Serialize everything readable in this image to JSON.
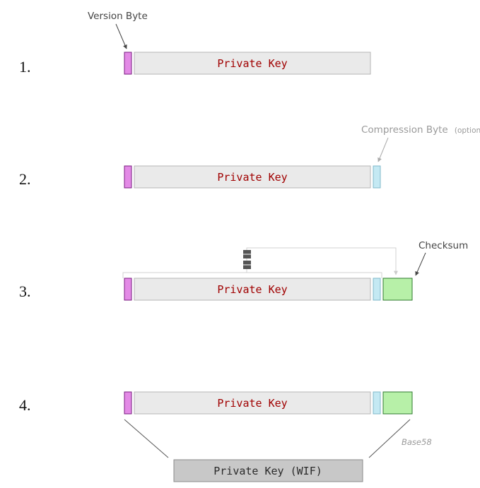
{
  "colors": {
    "version_fill": "#e38ae6",
    "version_stroke": "#7a1f80",
    "key_fill": "#eaeaea",
    "key_stroke": "#b5b5b5",
    "compression_fill": "#c4e9f3",
    "compression_stroke": "#7fb8c9",
    "checksum_fill": "#b7f0a8",
    "checksum_stroke": "#2f7a2f",
    "wif_fill": "#c8c8c8",
    "wif_stroke": "#8a8a8a",
    "key_text": "#a00000"
  },
  "callouts": {
    "version_byte": "Version Byte",
    "compression_byte": "Compression Byte",
    "compression_optional": "(optional)",
    "checksum": "Checksum",
    "base58": "Base58"
  },
  "steps": [
    {
      "number": "1.",
      "key_label": "Private Key"
    },
    {
      "number": "2.",
      "key_label": "Private Key"
    },
    {
      "number": "3.",
      "key_label": "Private Key"
    },
    {
      "number": "4.",
      "key_label": "Private Key"
    }
  ],
  "wif": {
    "label": "Private Key (WIF)"
  }
}
